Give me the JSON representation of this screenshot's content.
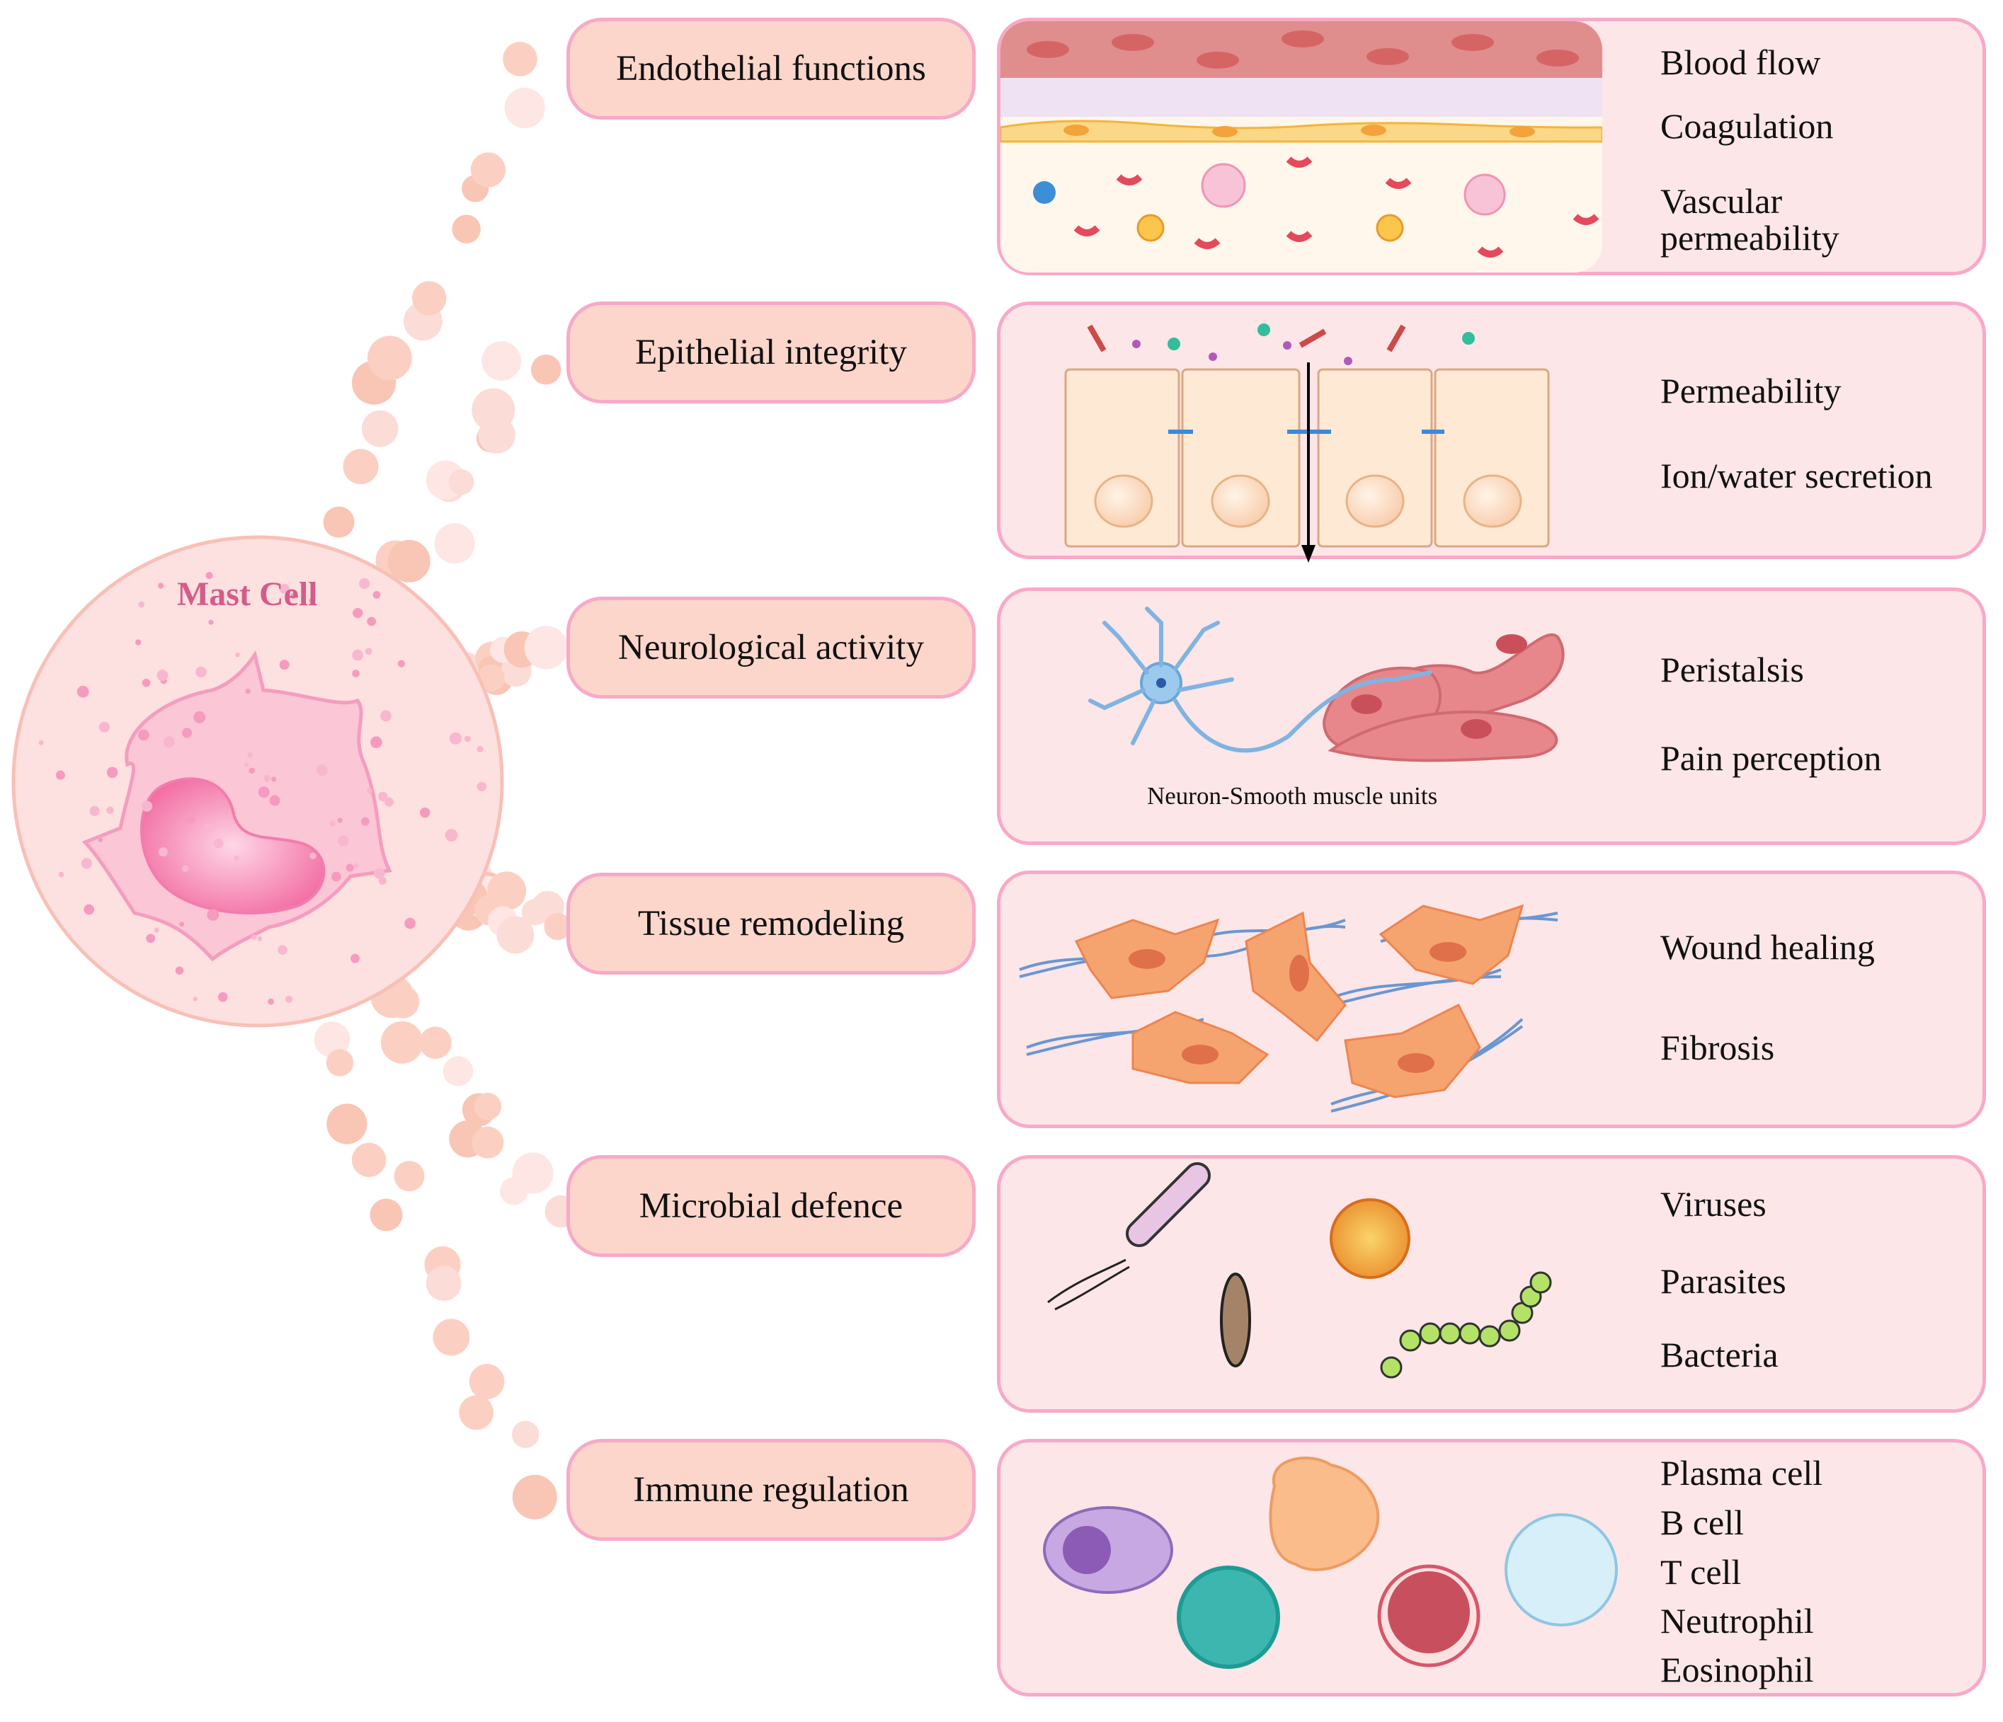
{
  "mast_cell": {
    "title": "Mast Cell"
  },
  "functions": [
    {
      "name": "Endothelial functions",
      "outcomes": [
        "Blood flow",
        "Coagulation",
        "Vascular\npermeability"
      ]
    },
    {
      "name": "Epithelial integrity",
      "outcomes": [
        "Permeability",
        "Ion/water secretion"
      ]
    },
    {
      "name": "Neurological activity",
      "outcomes": [
        "Peristalsis",
        "Pain perception"
      ],
      "caption": "Neuron-Smooth muscle units"
    },
    {
      "name": "Tissue remodeling",
      "outcomes": [
        "Wound healing",
        "Fibrosis"
      ]
    },
    {
      "name": "Microbial defence",
      "outcomes": [
        "Viruses",
        "Parasites",
        "Bacteria"
      ]
    },
    {
      "name": "Immune regulation",
      "outcomes": [
        "Plasma cell",
        "B cell",
        "T cell",
        "Neutrophil",
        "Eosinophil"
      ]
    }
  ],
  "colors": {
    "pill_fill": "#fcd6cb",
    "border": "#f8a9c8",
    "panel_fill": "#fde6e8",
    "mast_cell_title": "#d35d8a",
    "cell_body": "#fbc0d3",
    "nucleus": "#f47fad"
  }
}
